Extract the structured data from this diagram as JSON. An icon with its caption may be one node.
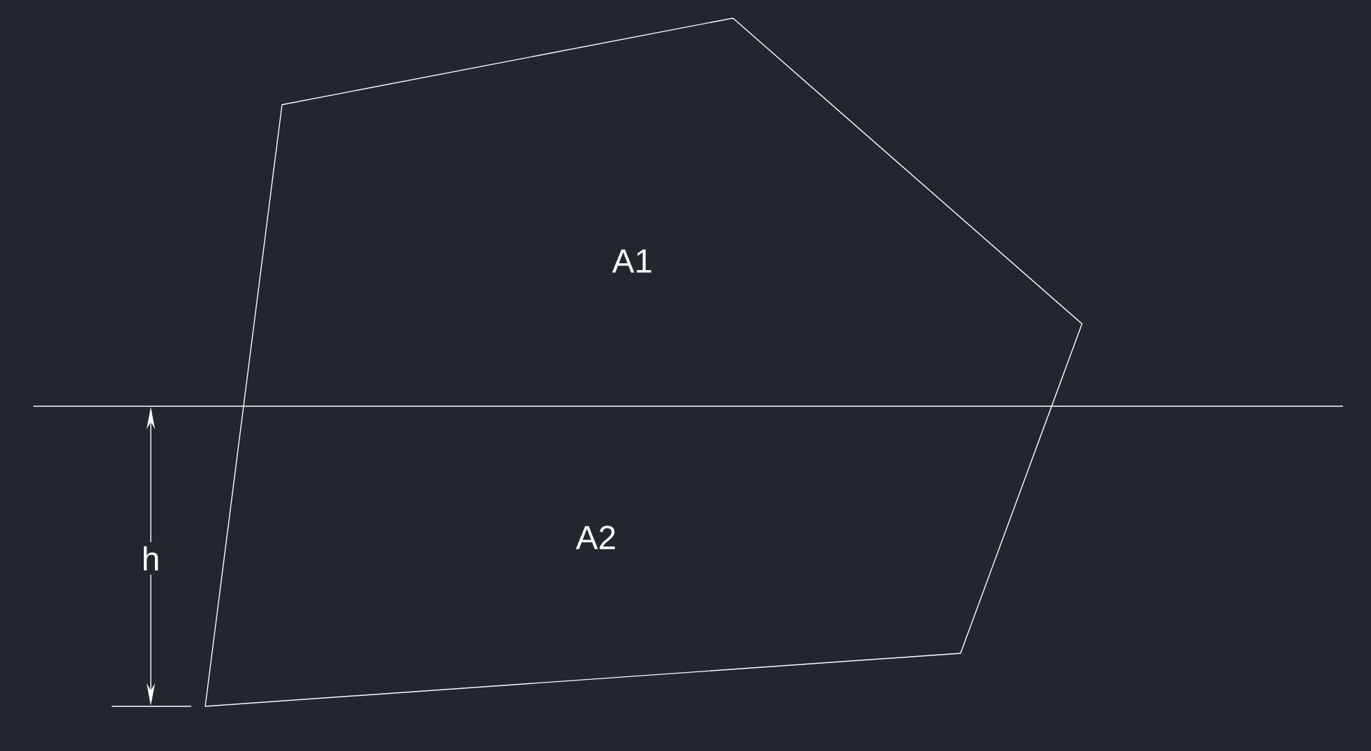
{
  "diagram": {
    "labels": [
      "A1",
      "A2",
      "h"
    ]
  }
}
